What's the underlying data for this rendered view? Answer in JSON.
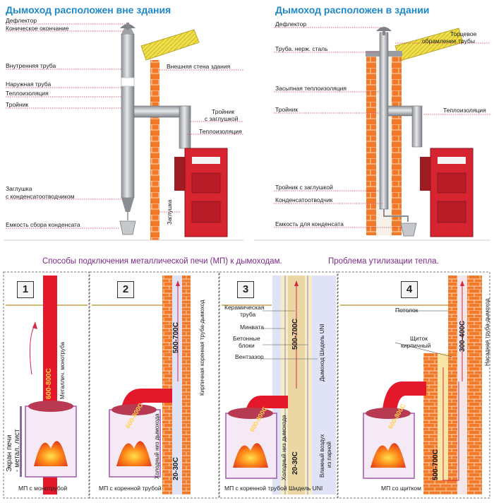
{
  "top": {
    "left_title": "Дымоход расположен вне здания",
    "right_title": "Дымоход расположен в здании",
    "left_labels": [
      "Дефлектор",
      "Коническое окончание",
      "Внутренняя труба",
      "Наружная труба",
      "Теплоизоляция",
      "Тройник",
      "Заглушка",
      "с конденсатоотводчиком",
      "Емкость сбора конденсата"
    ],
    "left_right_labels": {
      "wall": "Внешняя стена здания",
      "tee_plug_1": "Тройник",
      "tee_plug_2": "с заглушкой",
      "insulation": "Теплоизоляция",
      "plug_vertical": "Заглушка"
    },
    "right_labels": [
      "Дефлектор",
      "Труба. нерж. сталь",
      "Засыпная теплоизоляция",
      "Тройник",
      "Тройник с заглушкой",
      "Конденсатоотводчик",
      "Емкость для конденсата"
    ],
    "right_right_labels": {
      "frame_1": "Торцевое",
      "frame_2": "обрамление трубы",
      "insulation": "Теплоизоляция"
    }
  },
  "bottom": {
    "section_title_1": "Способы подключения металлической  печи (МП) к дымоходам.",
    "section_title_2": "Проблема утилизации тепла.",
    "panels": [
      {
        "number": "1",
        "caption": "МП с монотрубой",
        "temp": "600-800С",
        "pipe_label": "Металлич. монотруба",
        "side_label_1": "Экран печи",
        "side_label_2": "- метал. лист"
      },
      {
        "number": "2",
        "caption": "МП с коренной трубой",
        "temp_hot": "600-800С",
        "temp_up": "500-700С",
        "temp_low": "20-30С",
        "label_brick": "Кирпичная коренная  труба-дымоход",
        "label_cold": "Холодный низ дымохода"
      },
      {
        "number": "3",
        "caption": "МП с коренной трубой Шидель UNI",
        "temp_hot": "600-800С",
        "temp_up": "500-700С",
        "temp_low": "20-30С",
        "labels": [
          "Керамическая",
          "труба",
          "Минвата",
          "Бетонные",
          "блоки",
          "Вентзазор"
        ],
        "label_uni": "Дымоход Шидель UNI",
        "label_cold": "Холодный низ дымохода",
        "label_air_1": "Влажный воздух",
        "label_air_2": "из парной"
      },
      {
        "number": "4",
        "caption": "МП со щитком",
        "temp_hot": "600-800С",
        "temp_up": "300-400С",
        "temp_mid": "500-700С",
        "ceiling": "Потолок",
        "shield_1": "Щиток",
        "shield_2": "кирпичный",
        "label_pipe": "Насадная труба-дымоход"
      }
    ]
  }
}
